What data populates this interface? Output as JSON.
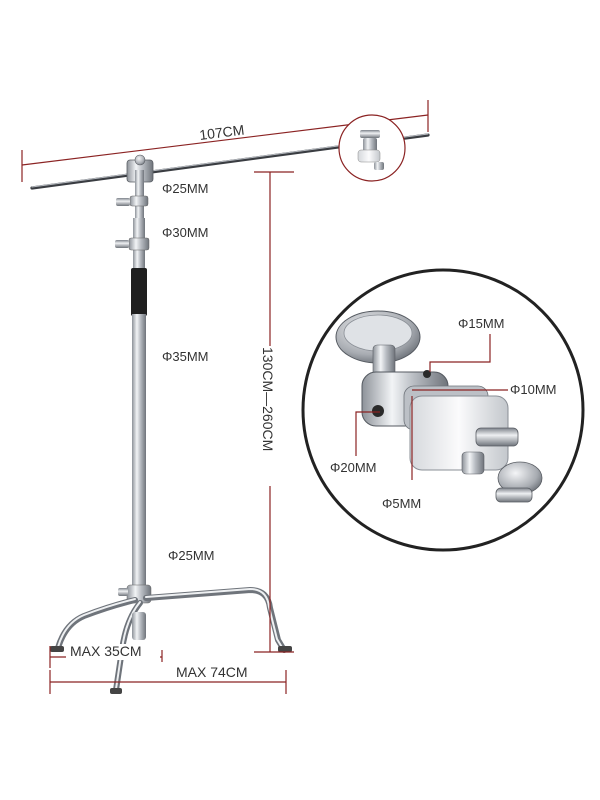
{
  "diagram": {
    "subject": "C-stand with boom arm and grip head",
    "colors": {
      "dimension_line": "#8b2323",
      "text": "#333333",
      "chrome": "#c9ccd1",
      "grip": "#1f1f1f",
      "circle_border": "#222222"
    },
    "labels": {
      "arm_length": "107CM",
      "riser_1": "Φ25MM",
      "riser_2": "Φ30MM",
      "main_pole": "Φ35MM",
      "height_range": "130CM—260CM",
      "base_tube": "Φ25MM",
      "leg_short": "MAX 35CM",
      "leg_long": "MAX 74CM"
    },
    "detail": {
      "knob_diameter": "Φ15MM",
      "hole_10": "Φ10MM",
      "body_diameter": "Φ20MM",
      "hole_5": "Φ5MM"
    }
  }
}
